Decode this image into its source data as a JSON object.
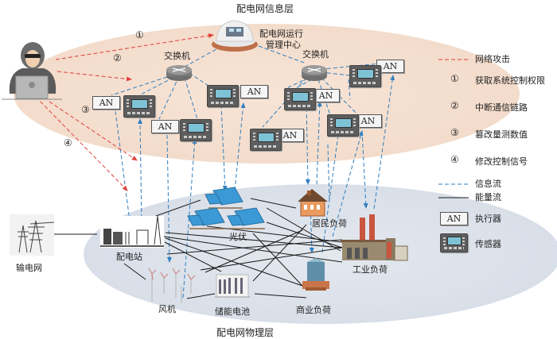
{
  "info_layer": {
    "title": "配电网信息层",
    "control_center": [
      "配电网运行",
      "管理中心"
    ],
    "switch_label": "交换机",
    "actuator_text": "AN"
  },
  "physical_layer": {
    "title": "配电网物理层",
    "nodes": {
      "transmission_grid": "输电网",
      "substation": "配电站",
      "pv": "光伏",
      "wind": "风机",
      "storage": "储能电池",
      "residential": "居民负荷",
      "industrial": "工业负荷",
      "commercial": "商业负荷"
    }
  },
  "attack_markers": [
    "①",
    "②",
    "③",
    "④"
  ],
  "legend": {
    "items": [
      {
        "symbol": "red-dashed-line",
        "label": "网络攻击"
      },
      {
        "symbol": "①",
        "label": "获取系统控制权限"
      },
      {
        "symbol": "②",
        "label": "中断通信链路"
      },
      {
        "symbol": "③",
        "label": "篡改量测数值"
      },
      {
        "symbol": "④",
        "label": "修改控制信号"
      },
      {
        "symbol": "blue-dashed-line",
        "label": "信息流"
      },
      {
        "symbol": "black-solid-line",
        "label": "能量流"
      },
      {
        "symbol": "AN",
        "label": "执行器"
      },
      {
        "symbol": "sensor-icon",
        "label": "传感器"
      }
    ]
  },
  "colors": {
    "attack": "#e0403a",
    "info_flow": "#2f7fc0",
    "energy_flow": "#1a1a1a",
    "info_layer_bg": "#f6e2d3",
    "physical_layer_bg": "#dfe4ec"
  }
}
